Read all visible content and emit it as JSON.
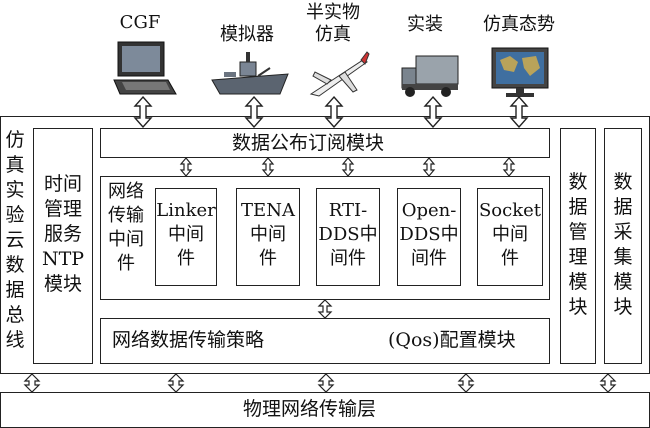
{
  "devices": [
    {
      "label": "CGF",
      "icon": "laptop-icon"
    },
    {
      "label": "模拟器",
      "icon": "ship-icon"
    },
    {
      "label": "半实物\n仿真",
      "icon": "airplane-icon"
    },
    {
      "label": "实装",
      "icon": "truck-icon"
    },
    {
      "label": "仿真态势",
      "icon": "monitor-map-icon"
    }
  ],
  "bus_label": "仿真实验云数据总线",
  "time_service": "时间管理服务NTP模块",
  "pubsub_module": "数据公布订阅模块",
  "middleware_group_label": "网络传输中间件",
  "middlewares": [
    {
      "line1": "Linker",
      "line2": "中间",
      "line3": "件"
    },
    {
      "line1": "TENA",
      "line2": "中间",
      "line3": "件"
    },
    {
      "line1": "RTI-",
      "line2": "DDS中",
      "line3": "间件"
    },
    {
      "line1": "Open-",
      "line2": "DDS中",
      "line3": "间件"
    },
    {
      "line1": "Socket",
      "line2": "中间",
      "line3": "件"
    }
  ],
  "qos_left": "网络数据传输策略",
  "qos_right": "(Qos)配置模块",
  "data_mgmt": "数据管理模块",
  "data_collect": "数据采集模块",
  "physical_layer": "物理网络传输层"
}
